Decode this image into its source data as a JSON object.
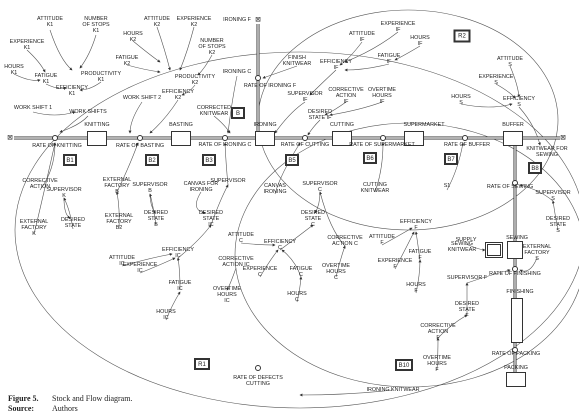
{
  "caption": {
    "figure_label": "Figure 5.",
    "figure_title": "Stock and Flow diagram.",
    "source_label": "Source:",
    "source_value": "Authors"
  },
  "stocks": {
    "knitting": "KNITTING",
    "basting": "BASTING",
    "ironing": "IRONING",
    "cutting": "CUTTING",
    "supermarket": "SUPERMARKET",
    "buffer": "BUFFER",
    "sewing": "SEWING",
    "finishing": "FINISHING",
    "packing": "PACKING"
  },
  "flows": {
    "rate_knitting": "RATE OF KNITTING",
    "rate_basting": "RATE OF BASTING",
    "rate_ironing_c": "RATE OF IRONING C",
    "rate_ironing_f": "RATE OF IRONING F",
    "rate_cutting": "RATE OF CUTTING",
    "rate_supermarket": "RATE OF SUPERMARKET",
    "rate_buffer": "RATE OF BUFFER",
    "rate_sewing": "RATE OF SEWING",
    "rate_finishing": "RATE OF FINISHING",
    "rate_packing": "RATE OF PACKING",
    "rate_defects": "RATE OF DEFECTS\nCUTTING"
  },
  "loops": {
    "r2": "R2",
    "b": "B",
    "b1": "B1",
    "b2": "B2",
    "b3": "B3",
    "b5": "B5",
    "b6": "B6",
    "b7": "B7",
    "b8": "B8",
    "r1": "R1",
    "b10": "B10"
  },
  "vars": {
    "attitude_k1": "ATTITUDE\nK1",
    "number_stops_k1": "NUMBER\nOF STOPS\nK1",
    "experience_k1": "EXPERIENCE\nK1",
    "hours_k1": "HOURS\nK1",
    "fatigue_k1": "FATIGUE\nK1",
    "productivity_k1": "PRODUCTIVITY\nK1",
    "efficiency_k1": "EFFICIENCY\nK1",
    "work_shift_1": "WORK SHIFT 1",
    "work_shifts": "WORK SHIFTS",
    "attitude_k2": "ATTITUDE\nK2",
    "experience_k2": "EXPERIENCE\nK2",
    "hours_k2": "HOURS\nK2",
    "fatigue_k2": "FATIGUE\nK2",
    "number_stops_k2": "NUMBER\nOF STOPS\nK2",
    "productivity_k2": "PRODUCTIVITY\nK2",
    "work_shift_2": "WORK SHIFT 2",
    "efficiency_k2": "EFFICIENCY\nK2",
    "ironing_f": "IRONING F",
    "ironing_c": "IRONING C",
    "corrected_knitwear": "CORRECTED\nKNITWEAR",
    "finish_knitwear": "FINISH\nKNITWEAR",
    "supervisor_if": "SUPERVISOR\nIF",
    "attitude_if": "ATTITUDE\nIF",
    "experience_if": "EXPERIENCE\nIF",
    "hours_if": "HOURS\nIF",
    "efficiency_if": "EFFICIENCY\nIF",
    "fatigue_if": "FATIGUE\nIF",
    "corrective_action_if": "CORRECTIVE\nACTION\nIF",
    "overtime_hours_if": "OVERTIME\nHOURS\nIF",
    "desired_state_if": "DESIRED\nSTATE IF",
    "attitude_s": "ATTITUDE\nS",
    "experience_s": "EXPERIENCE\nS",
    "hours_s": "HOURS\nS",
    "efficiency_s": "EFFICIENCY\nS",
    "knitwear_sewing": "KNITWEAR FOR\nSEWING",
    "corrective_action": "CORRECTIVE\nACTION",
    "supervisor_k": "SUPERVISOR\nK",
    "external_factory_b": "EXTERNAL\nFACTORY\nB",
    "supervisor_b": "SUPERVISOR\nB",
    "supervisor": "SUPERVISOR",
    "canvas_ironing": "CANVAS FOR\nIRONING",
    "canvas_ironing_2": "CANVAS\nIRONING",
    "supervisor_c": "SUPERVISOR\nC",
    "cutting_knitwear": "CUTTING\nKNITWEAR",
    "s1": "S1",
    "external_factory_k": "EXTERNAL\nFACTORY\nK",
    "desired_state": "DESIRED\nSTATE",
    "external_factory_b2": "EXTERNAL\nFACTORY\nB2",
    "desired_state_b": "DESIRED\nSTATE\nB",
    "desired_state_ic": "DESIRED\nSTATE\nIC",
    "attitude_ic": "ATTITUDE\nIC",
    "experience_ic": "EXPERIENCE\nIC",
    "efficiency_ic": "EFFICIENCY\nIC",
    "corrective_action_ic": "CORRECTIVE\nACTION IC",
    "fatigue_ic": "FATIGUE\nIC",
    "overtime_hours_ic": "OVERTIME\nHOURS\nIC",
    "hours_ic": "HOURS\nIC",
    "attitude_c": "ATTITUDE\nC",
    "efficiency_c": "EFFICIENCY\nC",
    "desired_state_c": "DESIRED\nSTATE\nC",
    "corrective_action_c": "CORRECTIVE\nACTION C",
    "experience_c": "EXPERIENCE\nC",
    "fatigue_c": "FATIGUE\nC",
    "overtime_hours_c": "OVERTIME\nHOURS\nC",
    "hours_c": "HOURS\nC",
    "supply": "SUPPLY",
    "supervisor_s": "SUPERVISOR\nS",
    "desired_state_s": "DESIRED\nSTATE\nS",
    "external_factory_s": "EXTERNAL\nFACTORY\nS",
    "attitude_f": "ATTITUDE\nF",
    "efficiency_f": "EFFICIENCY\nF",
    "experience_f": "EXPERIENCE\nF",
    "fatigue_f": "FATIGUE\nF",
    "sewing_knitwear": "SEWING\nKNITWEAR",
    "hours_f": "HOURS\nF",
    "supervisor_f": "SUPERVISOR F",
    "desired_state_f": "DESIRED\nSTATE\nF",
    "corrective_action_f": "CORRECTIVE\nACTION\nF",
    "overtime_hours_f": "OVERTIME\nHOURS\nF",
    "ironing_knitwear": "IRONING KNITWEAR"
  }
}
